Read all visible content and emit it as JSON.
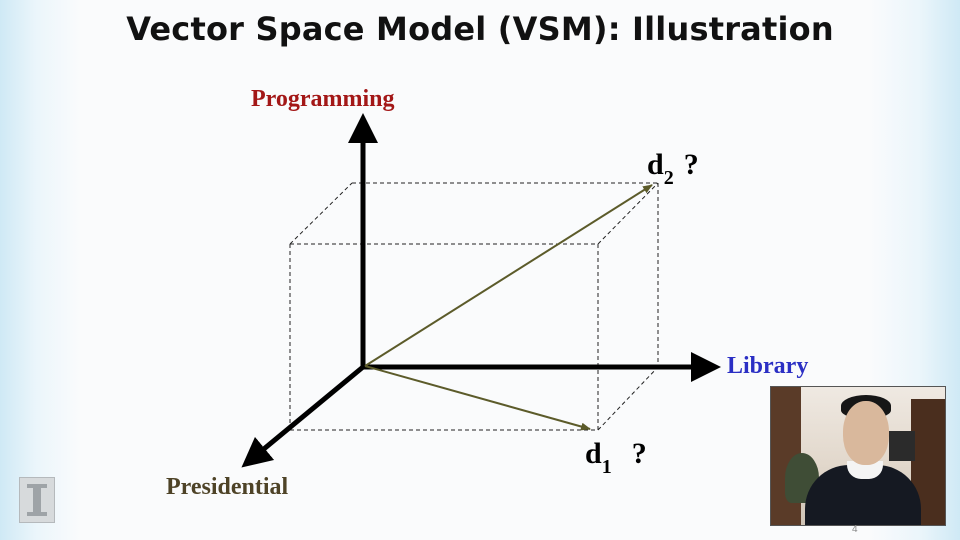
{
  "slide": {
    "title": "Vector Space Model (VSM): Illustration",
    "page_number": "4"
  },
  "diagram": {
    "axes": {
      "programming": {
        "label": "Programming",
        "color": "#a31717"
      },
      "library": {
        "label": "Library",
        "color": "#2b2fc4"
      },
      "presidential": {
        "label": "Presidential",
        "color": "#4e4327"
      }
    },
    "documents": [
      {
        "name": "d1",
        "base": "d",
        "subscript": "1",
        "mark": "?"
      },
      {
        "name": "d2",
        "base": "d",
        "subscript": "2",
        "mark": "?"
      }
    ],
    "vector_color": "#5c5b2a"
  },
  "video": {
    "icon": "presenter-video"
  },
  "logo": {
    "icon": "university-logo-icon"
  }
}
